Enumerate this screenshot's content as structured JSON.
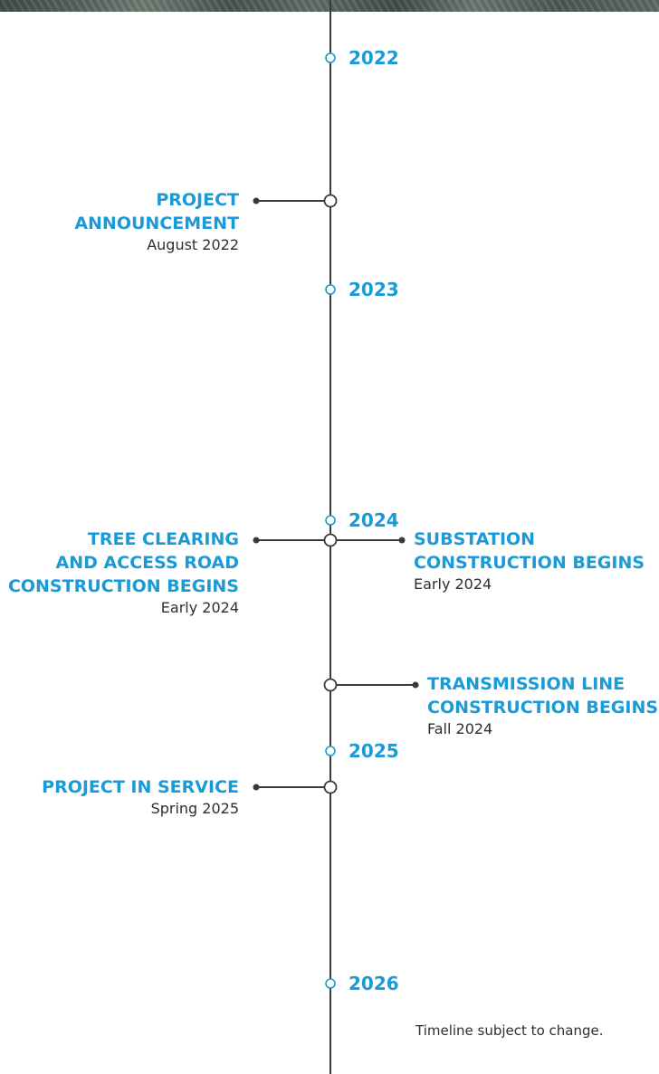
{
  "accent_color": "#1a9ad6",
  "line_color": "#3a3a3a",
  "years": [
    {
      "label": "2022"
    },
    {
      "label": "2023"
    },
    {
      "label": "2024"
    },
    {
      "label": "2025"
    },
    {
      "label": "2026"
    }
  ],
  "events": [
    {
      "title": "PROJECT\nANNOUNCEMENT",
      "date": "August 2022",
      "side": "left"
    },
    {
      "title": "TREE CLEARING\nAND ACCESS ROAD\nCONSTRUCTION BEGINS",
      "date": "Early 2024",
      "side": "left"
    },
    {
      "title": "SUBSTATION\nCONSTRUCTION BEGINS",
      "date": "Early 2024",
      "side": "right"
    },
    {
      "title": "TRANSMISSION LINE\nCONSTRUCTION BEGINS",
      "date": "Fall 2024",
      "side": "right"
    },
    {
      "title": "PROJECT IN SERVICE",
      "date": "Spring 2025",
      "side": "left"
    }
  ],
  "note": "Timeline subject to change."
}
